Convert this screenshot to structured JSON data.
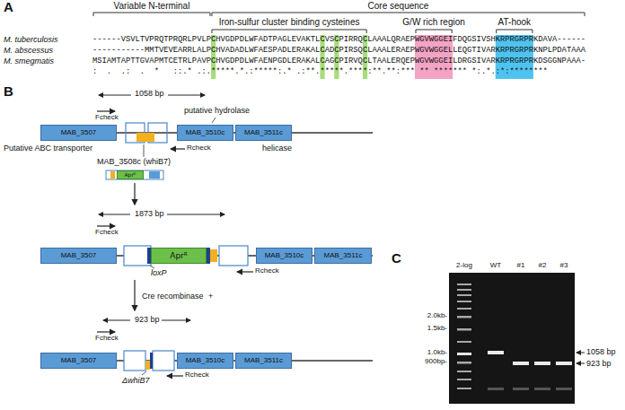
{
  "diagram": {
    "nodes": [
      {
        "text": [
          "MAB_3507"
        ]
      },
      {
        "text": [
          "MAB_3510c"
        ]
      },
      {
        "text": [
          "MAB_3511c"
        ]
      },
      {
        "text": [
          "Aprᴿ"
        ]
      },
      {
        "text": [
          "MAB_3507"
        ]
      },
      {
        "text": [
          "Aprᴿ"
        ]
      },
      {
        "text": [
          "MAB_3510c"
        ]
      },
      {
        "text": [
          "MAB_3511c"
        ]
      },
      {
        "text": [
          "MAB_3507"
        ]
      },
      {
        "text": [
          "MAB_3510c"
        ]
      },
      {
        "text": [
          "MAB_3511c"
        ]
      }
    ],
    "labels": [
      "A",
      "Variable N-terminal",
      "Core sequence",
      "Iron-sulfur cluster binding cysteines",
      "G/W rich region",
      "AT-hook",
      "M. tuberculosis",
      "M. abscessus",
      "M. smegmatis",
      "------VSVLTVPRQTPRQRLPVLPCHVGDPDLWFADTPAGLEVAKTLCVSCPIRRQCLAAALQRAEPWGVWGGEIFDQGSIVSHKRPRGRPRKDAVA------",
      "-----------MMTVEVEARRLALPCHVADADLWFAESPADLERAKALCADCPIRSQCLAAALERAEPWGVWGGELLEQGTIVARKRPRGRPRKNPLPDATAAA",
      "MSIAMTAPTTGVAPMTCETRLPAVPCHVGDPDLWFAENPGDLERAKALCAGCPIRVQCLTAALERQEPWGVWGGEILDRGSIVARKRPRGRPRKDSGGNPAAA-",
      ":  .  .:  .  *   ::.* .:.*****.*.:*****:.* .:**.*****.****:**.**:*** ** ******* *:.*.:*:********",
      "B",
      "1058 bp",
      "Fcheck",
      "Putative ABC transporter",
      "putative hydrolase",
      "Rcheck",
      "helicase",
      "MAB_3508c (whiB7)",
      "1873 bp",
      "Fcheck",
      "loxP",
      "Rcheck",
      "Cre recombinase",
      "+",
      "923 bp",
      "Fcheck",
      "ΔwhiB7",
      "Rcheck",
      "C",
      "2-log",
      "WT",
      "#1",
      "#2",
      "#3",
      "2.0kb-",
      "1.5kb-",
      "1.0kb-",
      "900bp-",
      "1058 bp",
      "923 bp"
    ]
  }
}
